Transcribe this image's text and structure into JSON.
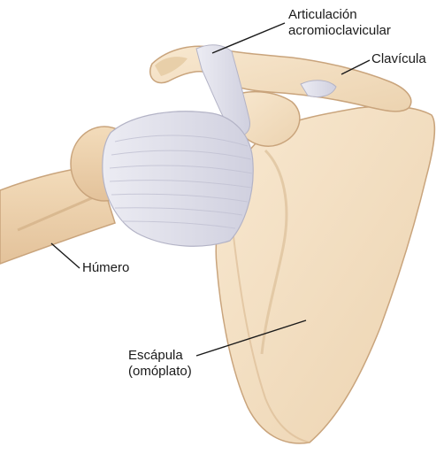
{
  "labels": {
    "acromioclavicular_joint": [
      "Articulación",
      "acromioclavicular"
    ],
    "clavicle": "Clavícula",
    "humerus": "Húmero",
    "scapula": [
      "Escápula",
      "(omóplato)"
    ]
  },
  "colors": {
    "bone_fill": "#f4e0c4",
    "bone_shade": "#e2c49e",
    "bone_outline": "#c9a47c",
    "ligament_fill": "#dcdce8",
    "ligament_line": "#b3b3c6",
    "leader_line": "#1a1a1a",
    "background": "#ffffff"
  }
}
